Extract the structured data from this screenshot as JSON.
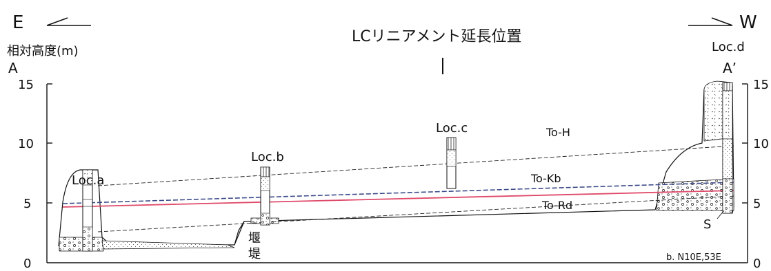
{
  "header": {
    "east": "E",
    "west": "W",
    "title": "LCリニアメント延長位置",
    "ylabel": "相対高度(m)",
    "end_left": "A",
    "end_right": "A’"
  },
  "axis": {
    "ticks_left": [
      "15",
      "10",
      "5",
      "0"
    ],
    "ticks_right": [
      "15",
      "10",
      "5",
      "0"
    ]
  },
  "locations": {
    "a": "Loc.a",
    "b": "Loc.b",
    "c": "Loc.c",
    "d": "Loc.d"
  },
  "layers": {
    "to_h": "To-H",
    "to_kb": "To-Kb",
    "to_rd": "To-Rd"
  },
  "annotations": {
    "weir_1": "堰",
    "weir_2": "堤",
    "s_label": "S",
    "strike_dip": "b. N10E,53E"
  },
  "colors": {
    "to_rd_line": "#e04a6a",
    "to_kb_line": "#3b4a8a",
    "ink": "#111111"
  }
}
